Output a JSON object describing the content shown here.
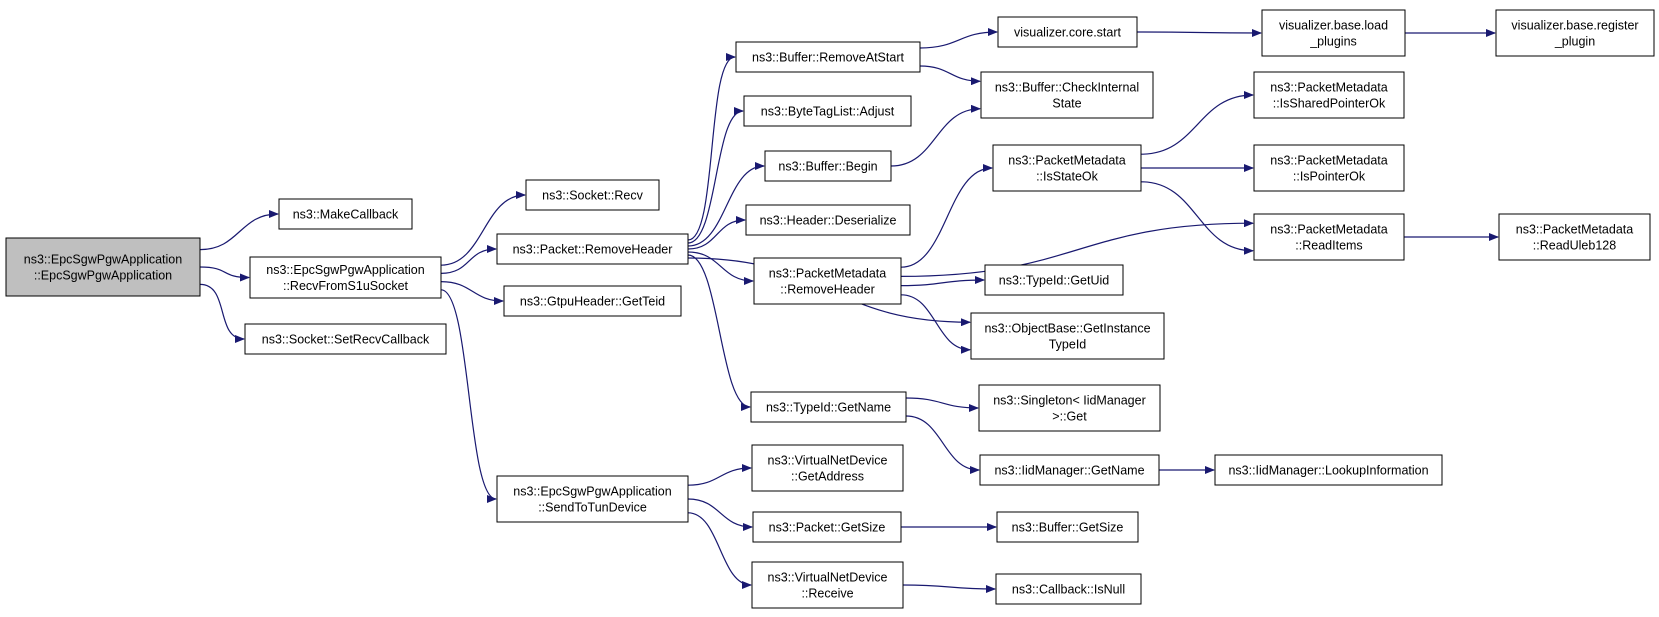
{
  "colors": {
    "edge": "#191970",
    "root_fill": "#bfbfbf",
    "node_fill": "#ffffff",
    "node_border": "#000000"
  },
  "nodes": {
    "root": [
      "ns3::EpcSgwPgwApplication",
      "::EpcSgwPgwApplication"
    ],
    "make_callback": [
      "ns3::MakeCallback"
    ],
    "recv_from_s1u": [
      "ns3::EpcSgwPgwApplication",
      "::RecvFromS1uSocket"
    ],
    "set_recv_callback": [
      "ns3::Socket::SetRecvCallback"
    ],
    "socket_recv": [
      "ns3::Socket::Recv"
    ],
    "packet_remove_header": [
      "ns3::Packet::RemoveHeader"
    ],
    "gtpu_get_teid": [
      "ns3::GtpuHeader::GetTeid"
    ],
    "send_to_tun": [
      "ns3::EpcSgwPgwApplication",
      "::SendToTunDevice"
    ],
    "buffer_remove_at_start": [
      "ns3::Buffer::RemoveAtStart"
    ],
    "bytetaglist_adjust": [
      "ns3::ByteTagList::Adjust"
    ],
    "buffer_begin": [
      "ns3::Buffer::Begin"
    ],
    "header_deserialize": [
      "ns3::Header::Deserialize"
    ],
    "pm_remove_header": [
      "ns3::PacketMetadata",
      "::RemoveHeader"
    ],
    "typeid_get_name": [
      "ns3::TypeId::GetName"
    ],
    "vnd_get_address": [
      "ns3::VirtualNetDevice",
      "::GetAddress"
    ],
    "packet_get_size": [
      "ns3::Packet::GetSize"
    ],
    "vnd_receive": [
      "ns3::VirtualNetDevice",
      "::Receive"
    ],
    "viz_core_start": [
      "visualizer.core.start"
    ],
    "buffer_check_internal": [
      "ns3::Buffer::CheckInternal",
      "State"
    ],
    "pm_is_state_ok": [
      "ns3::PacketMetadata",
      "::IsStateOk"
    ],
    "typeid_get_uid": [
      "ns3::TypeId::GetUid"
    ],
    "objectbase_get_instance": [
      "ns3::ObjectBase::GetInstance",
      "TypeId"
    ],
    "singleton_get": [
      "ns3::Singleton< IidManager",
      ">::Get"
    ],
    "iid_get_name": [
      "ns3::IidManager::GetName"
    ],
    "buffer_get_size": [
      "ns3::Buffer::GetSize"
    ],
    "callback_is_null": [
      "ns3::Callback::IsNull"
    ],
    "viz_base_load": [
      "visualizer.base.load",
      "_plugins"
    ],
    "pm_is_shared_ptr_ok": [
      "ns3::PacketMetadata",
      "::IsSharedPointerOk"
    ],
    "pm_is_ptr_ok": [
      "ns3::PacketMetadata",
      "::IsPointerOk"
    ],
    "pm_read_items": [
      "ns3::PacketMetadata",
      "::ReadItems"
    ],
    "iid_lookup": [
      "ns3::IidManager::LookupInformation"
    ],
    "viz_base_register": [
      "visualizer.base.register",
      "_plugin"
    ],
    "pm_read_uleb": [
      "ns3::PacketMetadata",
      "::ReadUleb128"
    ]
  },
  "edges": [
    [
      "root",
      "make_callback"
    ],
    [
      "root",
      "recv_from_s1u"
    ],
    [
      "root",
      "set_recv_callback"
    ],
    [
      "recv_from_s1u",
      "socket_recv"
    ],
    [
      "recv_from_s1u",
      "packet_remove_header"
    ],
    [
      "recv_from_s1u",
      "gtpu_get_teid"
    ],
    [
      "recv_from_s1u",
      "send_to_tun"
    ],
    [
      "packet_remove_header",
      "buffer_remove_at_start"
    ],
    [
      "packet_remove_header",
      "bytetaglist_adjust"
    ],
    [
      "packet_remove_header",
      "buffer_begin"
    ],
    [
      "packet_remove_header",
      "header_deserialize"
    ],
    [
      "packet_remove_header",
      "pm_remove_header"
    ],
    [
      "packet_remove_header",
      "typeid_get_name"
    ],
    [
      "packet_remove_header",
      "objectbase_get_instance"
    ],
    [
      "buffer_remove_at_start",
      "viz_core_start"
    ],
    [
      "buffer_remove_at_start",
      "buffer_check_internal"
    ],
    [
      "buffer_begin",
      "buffer_check_internal"
    ],
    [
      "viz_core_start",
      "viz_base_load"
    ],
    [
      "viz_base_load",
      "viz_base_register"
    ],
    [
      "pm_remove_header",
      "pm_is_state_ok"
    ],
    [
      "pm_remove_header",
      "pm_read_items"
    ],
    [
      "pm_remove_header",
      "typeid_get_uid"
    ],
    [
      "pm_remove_header",
      "objectbase_get_instance"
    ],
    [
      "pm_is_state_ok",
      "pm_is_shared_ptr_ok"
    ],
    [
      "pm_is_state_ok",
      "pm_is_ptr_ok"
    ],
    [
      "pm_is_state_ok",
      "pm_read_items"
    ],
    [
      "pm_read_items",
      "pm_read_uleb"
    ],
    [
      "typeid_get_name",
      "singleton_get"
    ],
    [
      "typeid_get_name",
      "iid_get_name"
    ],
    [
      "iid_get_name",
      "iid_lookup"
    ],
    [
      "send_to_tun",
      "vnd_get_address"
    ],
    [
      "send_to_tun",
      "packet_get_size"
    ],
    [
      "send_to_tun",
      "vnd_receive"
    ],
    [
      "packet_get_size",
      "buffer_get_size"
    ],
    [
      "vnd_receive",
      "callback_is_null"
    ]
  ]
}
